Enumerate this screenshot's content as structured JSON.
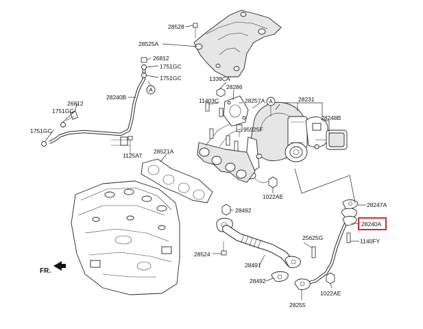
{
  "labels": {
    "l28528": "28528",
    "l28525A": "28525A",
    "l26812_top": "26812",
    "l1751GC_a": "1751GC",
    "l1751GC_b": "1751GC",
    "l28240B": "28240B",
    "l26812_left": "26812",
    "l1751GC_c": "1751GC",
    "l1751GC_d": "1751GC",
    "l1125AT": "1125AT",
    "l1339CA": "1339CA",
    "l28286": "28286",
    "l11403C": "11403C",
    "l28257A": "28257A",
    "l28231": "28231",
    "l28248B": "28248B",
    "l95925F": "95925F",
    "l28521A": "28521A",
    "l1022AE_a": "1022AE",
    "l28247A": "28247A",
    "l28240A": "28240A",
    "l28492_a": "28492",
    "l25625G": "25625G",
    "l1140FY": "1140FY",
    "l28524": "28524",
    "l28491": "28491",
    "l28492_b": "28492",
    "l1022AE_b": "1022AE",
    "l28255": "28255"
  },
  "callouts": {
    "a_left": "A",
    "a_right": "A"
  },
  "front_label": "FR.",
  "highlight": {
    "part": "28240A",
    "color": "#d9262b"
  }
}
